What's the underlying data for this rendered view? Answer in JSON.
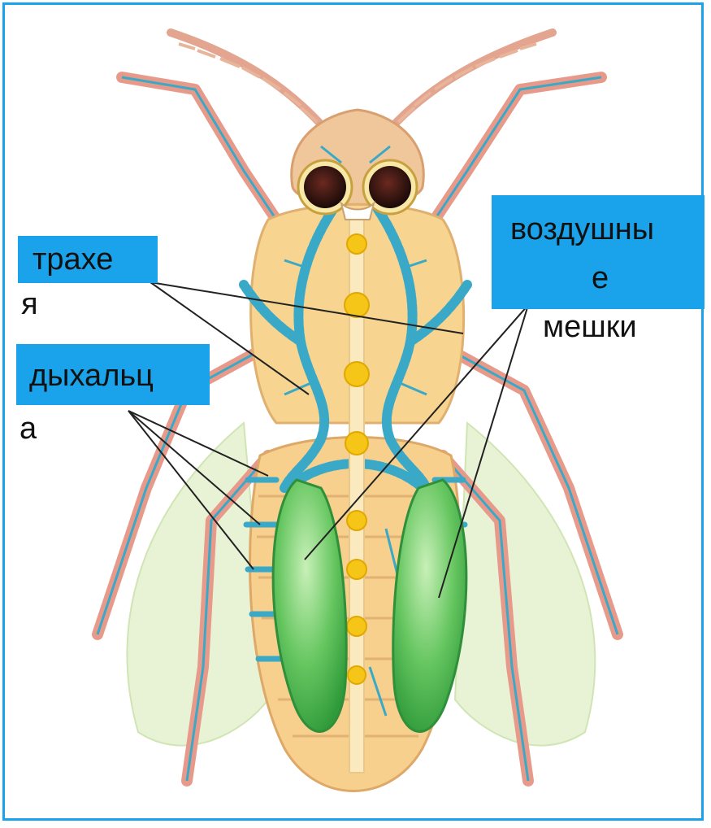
{
  "diagram": {
    "labels": {
      "trachea": {
        "line1": "трахе",
        "line2": "я"
      },
      "spiracles": {
        "line1": "дыхальц",
        "line2": "а"
      },
      "air_sacs": {
        "line1": "воздушны",
        "line2": "е",
        "line3": "мешки"
      }
    },
    "colors": {
      "frame": "#1aa3ea",
      "label_box": "#1aa3ea",
      "body": "#f7d48f",
      "trachea": "#3aa9c8",
      "legs": "#e89a8a",
      "air_sacs": "#5dbf5a",
      "nerve_ganglia": "#f5c518",
      "wings": "#dff0c8"
    }
  }
}
